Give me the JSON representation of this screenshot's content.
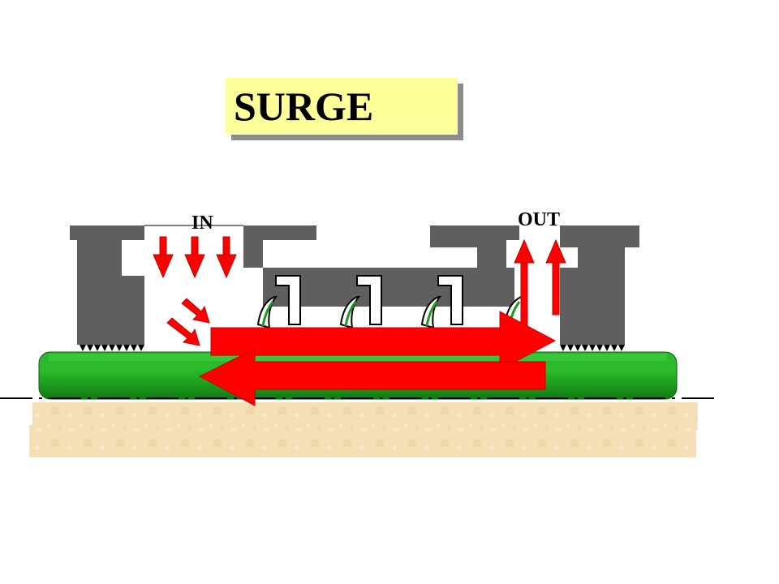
{
  "title": {
    "text": "SURGE",
    "background": "#ffff99"
  },
  "labels": {
    "inlet": "IN",
    "outlet": "OUT"
  },
  "colors": {
    "casing": "#5f5f5f",
    "rotor": "#1e9b1e",
    "rotor_highlight": "#4fd84f",
    "base": "#f4dfb6",
    "arrow": "#ff0000",
    "blade_outline": "#000000"
  },
  "icons": {
    "inlet_flow": "down-arrow",
    "outlet_flow": "up-arrow",
    "surge": "double-arrow-back-and-forth"
  }
}
